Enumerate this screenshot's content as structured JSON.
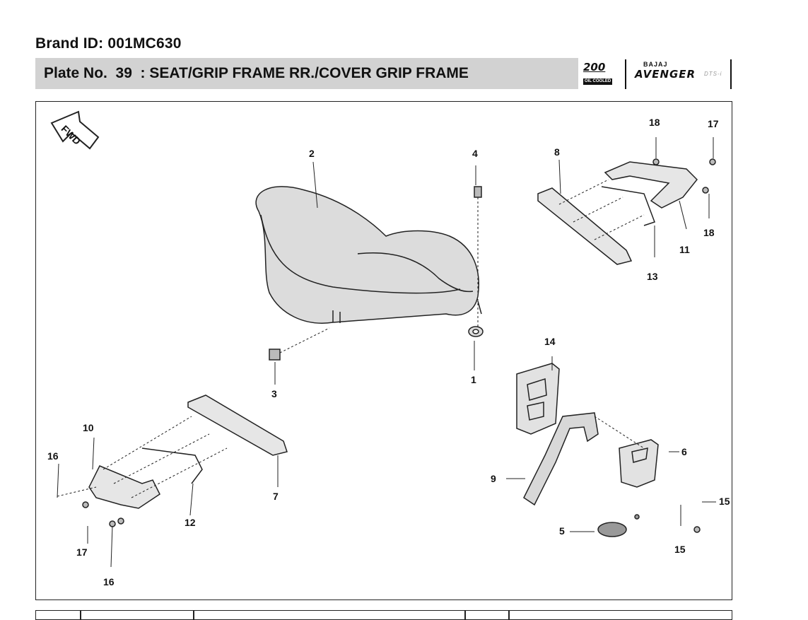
{
  "header": {
    "brand_id": "Brand ID: 001MC630",
    "plate_title": "Plate No.  39  : SEAT/GRIP FRAME RR./COVER GRIP FRAME"
  },
  "logos": {
    "logo_200": "200",
    "logo_200_sub": "OIL COOLED",
    "bajaj": "BAJAJ",
    "avenger": "AVENGER",
    "dts": "DTS-i"
  },
  "diagram": {
    "fwd": "FWD",
    "callouts": [
      "1",
      "2",
      "3",
      "4",
      "5",
      "6",
      "7",
      "8",
      "9",
      "10",
      "11",
      "12",
      "13",
      "14",
      "15",
      "15",
      "16",
      "16",
      "17",
      "17",
      "18",
      "18"
    ]
  },
  "table": {
    "headers": [
      "",
      "",
      "",
      "",
      ""
    ]
  }
}
